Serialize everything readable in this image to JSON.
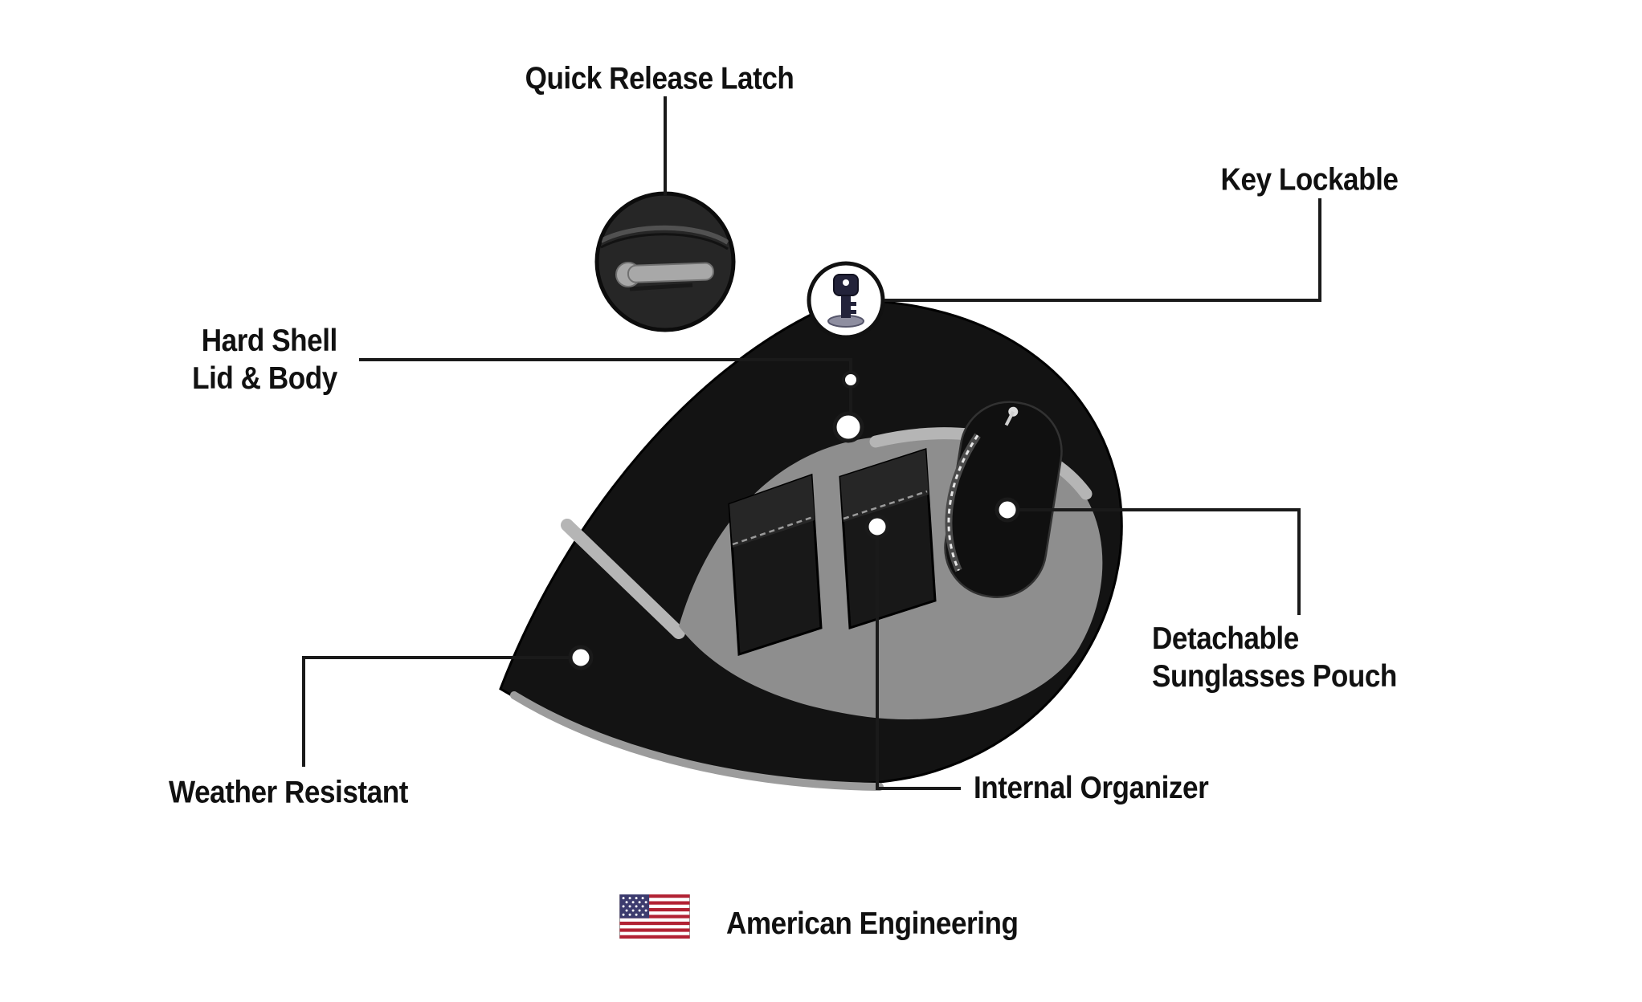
{
  "callouts": {
    "quick_release_latch": {
      "label": "Quick Release Latch"
    },
    "key_lockable": {
      "label": "Key Lockable"
    },
    "hard_shell": {
      "label_line1": "Hard Shell",
      "label_line2": "Lid & Body"
    },
    "weather_resistant": {
      "label": "Weather Resistant"
    },
    "detachable_pouch": {
      "label_line1": "Detachable",
      "label_line2": "Sunglasses Pouch"
    },
    "internal_organizer": {
      "label": "Internal Organizer"
    }
  },
  "footer": {
    "american_engineering": "American Engineering"
  },
  "icons": {
    "latch_inset": "quick-release-latch-closeup-icon",
    "key": "key-lock-icon",
    "flag": "us-flag-icon",
    "pouch": "zipper-pouch-icon"
  },
  "colors": {
    "background": "#ffffff",
    "bag_body": "#131313",
    "bag_interior": "#8e8e8e",
    "rim_highlight": "#b5b5b5",
    "bottom_trim": "#9c9c9c",
    "callout_line": "#1a1a1a",
    "text": "#111111",
    "flag_red": "#b22234",
    "flag_blue": "#3c3b6e"
  }
}
